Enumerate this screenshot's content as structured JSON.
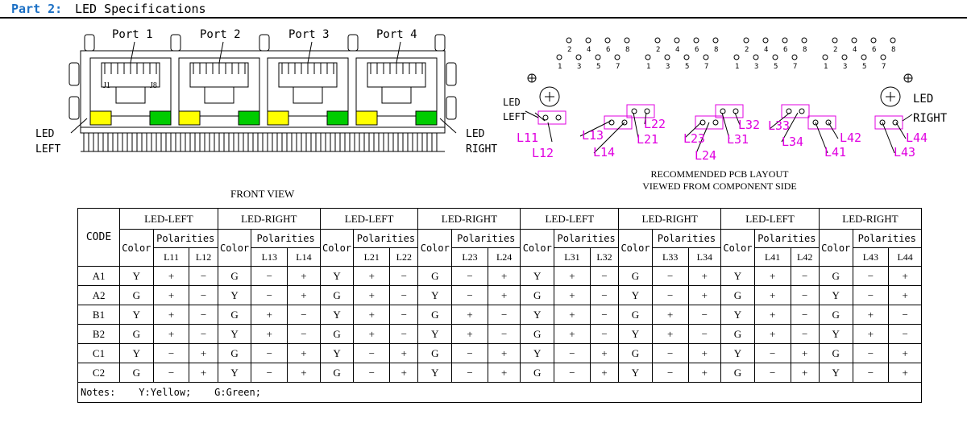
{
  "header": {
    "part": "Part 2:",
    "title": "LED Specifications"
  },
  "front_view": {
    "ports": [
      "Port 1",
      "Port 2",
      "Port 3",
      "Port 4"
    ],
    "pin_first": "J1",
    "pin_last": "J8",
    "led_left_line1": "LED",
    "led_left_line2": "LEFT",
    "led_right_line1": "LED",
    "led_right_line2": "RIGHT",
    "caption": "FRONT VIEW",
    "colors": {
      "yellow": "#ffff00",
      "green": "#00cc00"
    }
  },
  "pcb": {
    "pin_top": [
      "2",
      "4",
      "6",
      "8"
    ],
    "pin_bottom": [
      "1",
      "3",
      "5",
      "7"
    ],
    "led_left_line1": "LED",
    "led_left_line2": "LEFT",
    "led_right_line1": "LED",
    "led_right_line2": "RIGHT",
    "labels": [
      "L11",
      "L12",
      "L13",
      "L14",
      "L21",
      "L22",
      "L23",
      "L24",
      "L31",
      "L32",
      "L33",
      "L34",
      "L41",
      "L42",
      "L43",
      "L44"
    ],
    "caption_line1": "RECOMMENDED PCB LAYOUT",
    "caption_line2": "VIEWED FROM COMPONENT SIDE",
    "label_color": "#e000e0"
  },
  "table": {
    "code_header": "CODE",
    "groups": [
      "LED-LEFT",
      "LED-RIGHT",
      "LED-LEFT",
      "LED-RIGHT",
      "LED-LEFT",
      "LED-RIGHT",
      "LED-LEFT",
      "LED-RIGHT"
    ],
    "color_header": "Color",
    "polarities_header": "Polarities",
    "pol_cols": [
      "L11",
      "L12",
      "L13",
      "L14",
      "L21",
      "L22",
      "L23",
      "L24",
      "L31",
      "L32",
      "L33",
      "L34",
      "L41",
      "L42",
      "L43",
      "L44"
    ],
    "rows": [
      {
        "code": "A1",
        "cells": [
          "Y",
          "+",
          "−",
          "G",
          "−",
          "+",
          "Y",
          "+",
          "−",
          "G",
          "−",
          "+",
          "Y",
          "+",
          "−",
          "G",
          "−",
          "+",
          "Y",
          "+",
          "−",
          "G",
          "−",
          "+"
        ]
      },
      {
        "code": "A2",
        "cells": [
          "G",
          "+",
          "−",
          "Y",
          "−",
          "+",
          "G",
          "+",
          "−",
          "Y",
          "−",
          "+",
          "G",
          "+",
          "−",
          "Y",
          "−",
          "+",
          "G",
          "+",
          "−",
          "Y",
          "−",
          "+"
        ]
      },
      {
        "code": "B1",
        "cells": [
          "Y",
          "+",
          "−",
          "G",
          "+",
          "−",
          "Y",
          "+",
          "−",
          "G",
          "+",
          "−",
          "Y",
          "+",
          "−",
          "G",
          "+",
          "−",
          "Y",
          "+",
          "−",
          "G",
          "+",
          "−"
        ]
      },
      {
        "code": "B2",
        "cells": [
          "G",
          "+",
          "−",
          "Y",
          "+",
          "−",
          "G",
          "+",
          "−",
          "Y",
          "+",
          "−",
          "G",
          "+",
          "−",
          "Y",
          "+",
          "−",
          "G",
          "+",
          "−",
          "Y",
          "+",
          "−"
        ]
      },
      {
        "code": "C1",
        "cells": [
          "Y",
          "−",
          "+",
          "G",
          "−",
          "+",
          "Y",
          "−",
          "+",
          "G",
          "−",
          "+",
          "Y",
          "−",
          "+",
          "G",
          "−",
          "+",
          "Y",
          "−",
          "+",
          "G",
          "−",
          "+"
        ]
      },
      {
        "code": "C2",
        "cells": [
          "G",
          "−",
          "+",
          "Y",
          "−",
          "+",
          "G",
          "−",
          "+",
          "Y",
          "−",
          "+",
          "G",
          "−",
          "+",
          "Y",
          "−",
          "+",
          "G",
          "−",
          "+",
          "Y",
          "−",
          "+"
        ]
      }
    ],
    "notes": "Notes:    Y:Yellow;    G:Green;"
  }
}
